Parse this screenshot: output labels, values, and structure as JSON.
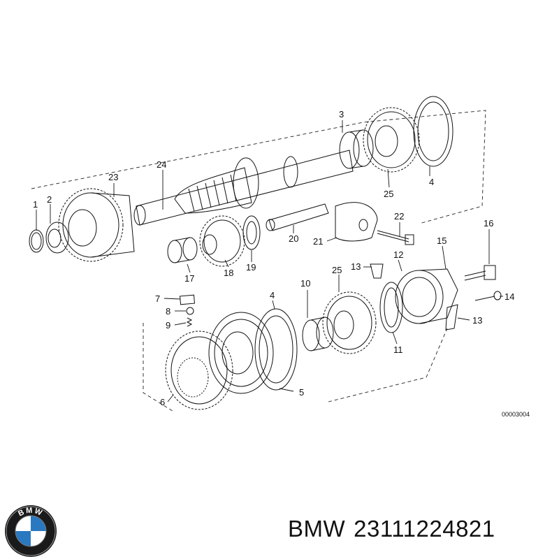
{
  "brand": "BMW",
  "part_number": "23111224821",
  "figure_code": "00003004",
  "logo_text": "BMW",
  "callouts": [
    "1",
    "2",
    "3",
    "4",
    "5",
    "6",
    "7",
    "8",
    "9",
    "10",
    "11",
    "12",
    "13",
    "14",
    "15",
    "16",
    "17",
    "18",
    "19",
    "20",
    "21",
    "22",
    "23",
    "24",
    "25",
    "13",
    "25",
    "4"
  ]
}
